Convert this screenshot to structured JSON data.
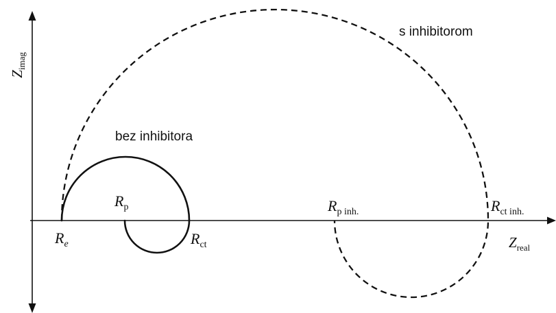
{
  "axes": {
    "x_main": "Z",
    "x_sub": "real",
    "y_main": "Z",
    "y_sub": "imag"
  },
  "curves": {
    "without_inhibitor": {
      "label": "bez inhibitora",
      "style": "solid"
    },
    "with_inhibitor": {
      "label": "s inhibitorom",
      "style": "dashed"
    }
  },
  "points": {
    "re": {
      "main": "R",
      "sub": "e"
    },
    "rp": {
      "main": "R",
      "sub": "p"
    },
    "rct": {
      "main": "R",
      "sub": "ct"
    },
    "rp_inh": {
      "main": "R",
      "sub": "p inh."
    },
    "rct_inh": {
      "main": "R",
      "sub": "ct inh."
    }
  },
  "colors": {
    "ink": "#111111",
    "background": "#ffffff"
  }
}
